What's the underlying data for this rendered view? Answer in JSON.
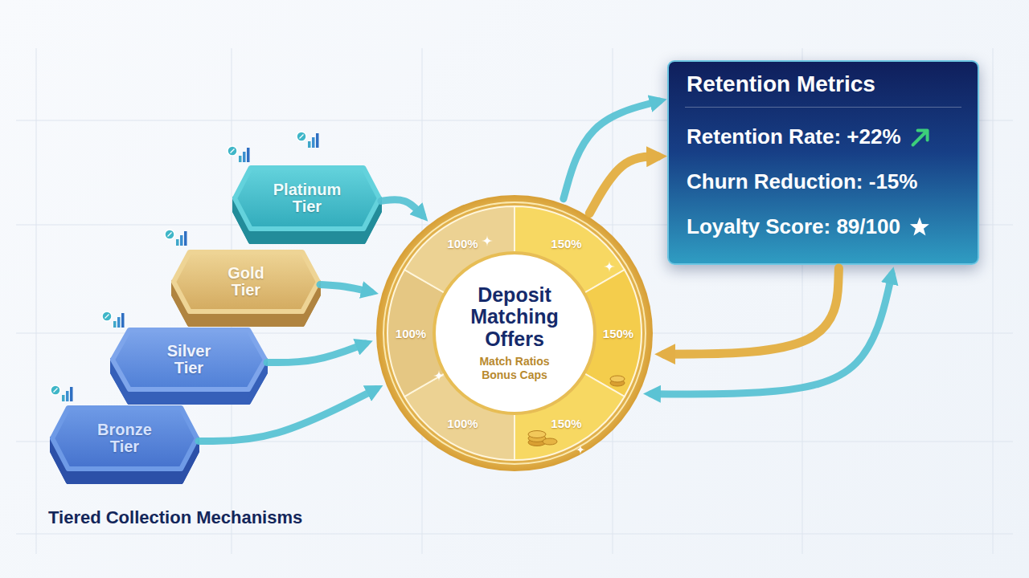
{
  "diagram": {
    "nodes": [
      {
        "text": [
          "Bronze Tier"
        ]
      },
      {
        "text": [
          "Silver Tier"
        ]
      },
      {
        "text": [
          "Gold Tier"
        ]
      },
      {
        "text": [
          "Platinum Tier"
        ]
      },
      {
        "text": [
          "Deposit Matching Offers",
          "Match Ratios Bonus Caps"
        ]
      },
      {
        "text": [
          "Retention Metrics",
          "Retention Rate: +22%",
          "Churn Reduction: -15%",
          "Loyalty Score: 89/100"
        ]
      }
    ],
    "edges": [
      {
        "from": 0,
        "to": 4,
        "arrow": "to"
      },
      {
        "from": 1,
        "to": 4,
        "arrow": "to"
      },
      {
        "from": 2,
        "to": 4,
        "arrow": "to"
      },
      {
        "from": 3,
        "to": 4,
        "arrow": "to"
      },
      {
        "from": 4,
        "to": 5,
        "arrow": "to"
      },
      {
        "from": 4,
        "to": 5,
        "arrow": "to"
      },
      {
        "from": 5,
        "to": 4,
        "arrow": "to"
      },
      {
        "from": 5,
        "to": 4,
        "arrow": "both"
      }
    ],
    "labels": [
      "100%",
      "150%",
      "100%",
      "150%",
      "100%",
      "150%",
      "Tiered Collection Mechanisms"
    ]
  }
}
